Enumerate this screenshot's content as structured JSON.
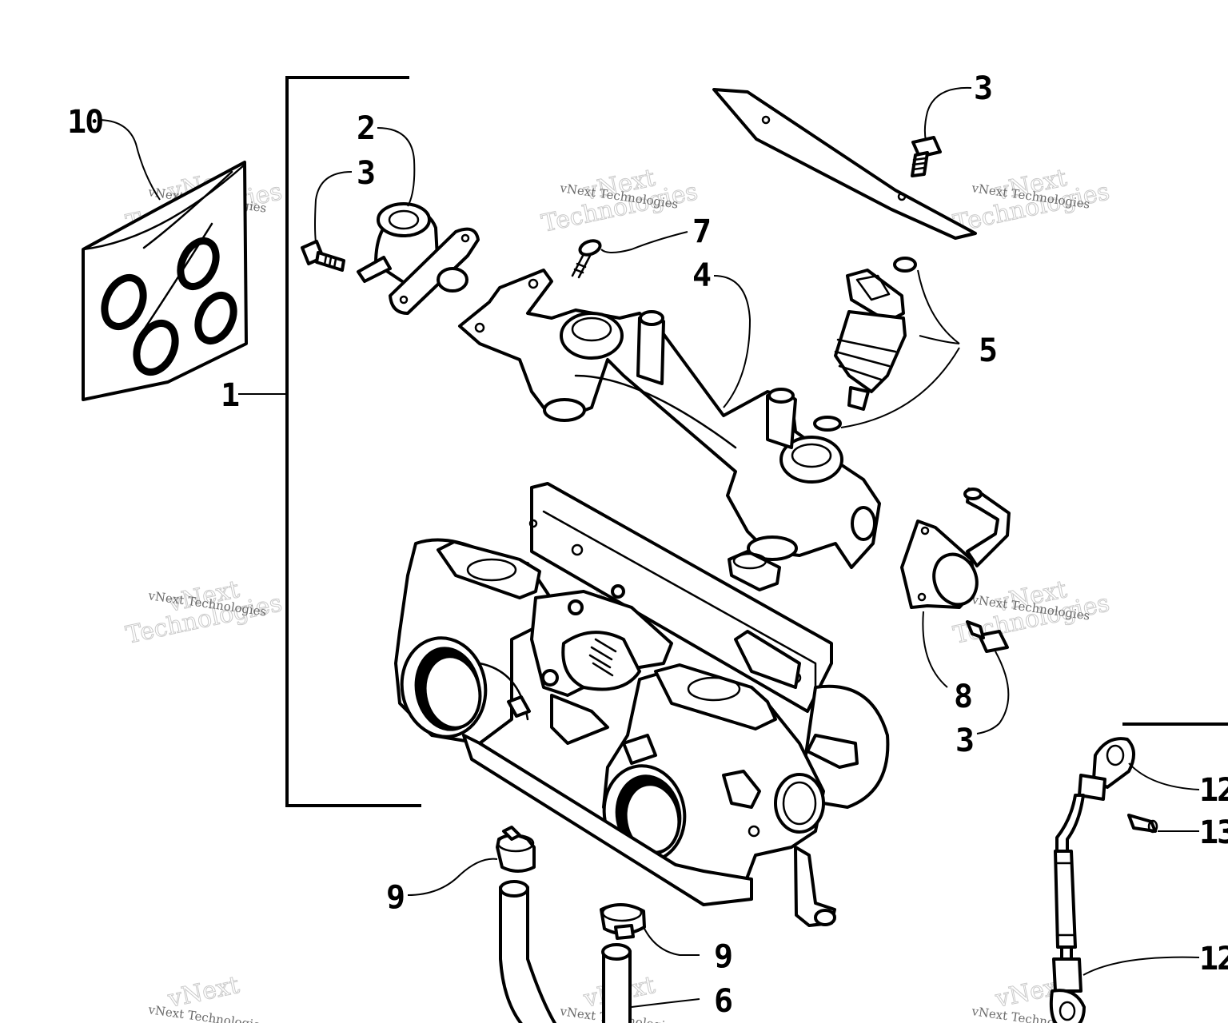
{
  "diagram": {
    "watermark_lines": [
      "vNext",
      "Technologies"
    ],
    "watermark_small": "vNext Technologies",
    "callouts": {
      "c1": "1",
      "c2": "2",
      "c3a": "3",
      "c3b": "3",
      "c3c": "3",
      "c4": "4",
      "c5": "5",
      "c6": "6",
      "c7": "7",
      "c8": "8",
      "c9a": "9",
      "c9b": "9",
      "c10": "10",
      "c12a": "12",
      "c12b": "12",
      "c13": "13"
    }
  }
}
